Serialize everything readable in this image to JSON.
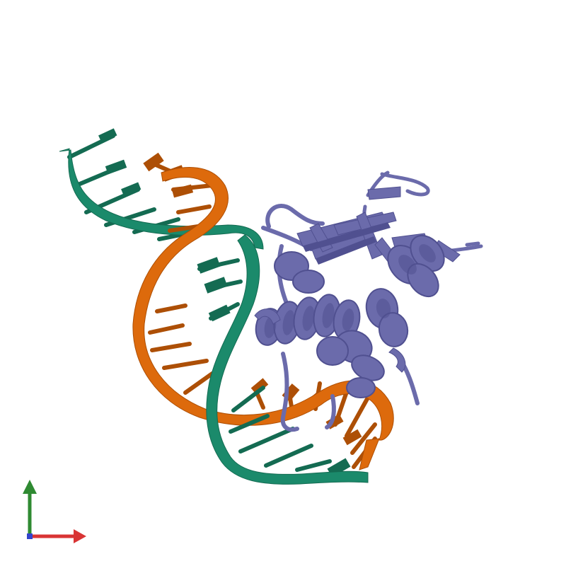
{
  "scene": {
    "subject": "protein-dna-complex",
    "background": "#ffffff",
    "chains": [
      {
        "id": "dna-strand-green",
        "color": "#1b8a6b",
        "dark": "#146b52",
        "kind": "nucleic-acid"
      },
      {
        "id": "dna-strand-orange",
        "color": "#dd6a0c",
        "dark": "#ad4f06",
        "kind": "nucleic-acid"
      },
      {
        "id": "protein",
        "color": "#6b6bab",
        "dark": "#505090",
        "kind": "protein"
      }
    ]
  },
  "axes": {
    "icon": "axis-orientation-icon",
    "x_color": "#d93434",
    "y_color": "#2f8a32",
    "z_color": "#3344cc"
  }
}
